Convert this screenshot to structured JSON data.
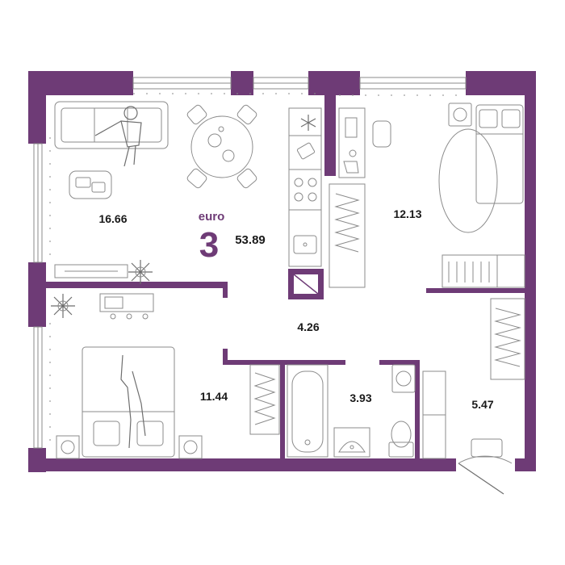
{
  "colors": {
    "wall": "#6e3b76",
    "accent": "#6e3b76",
    "furniture": "#8b8b8b",
    "text": "#1a1a1a"
  },
  "apartment": {
    "type_label": "euro",
    "rooms": "3",
    "total_area": "53.89"
  },
  "rooms": [
    {
      "id": "living-kitchen",
      "area": "16.66"
    },
    {
      "id": "bedroom-right",
      "area": "12.13"
    },
    {
      "id": "hallway",
      "area": "4.26"
    },
    {
      "id": "bedroom-left",
      "area": "11.44"
    },
    {
      "id": "bathroom",
      "area": "3.93"
    },
    {
      "id": "entry",
      "area": "5.47"
    }
  ],
  "icons": [
    "snowflake-icon",
    "stove-icon",
    "sink-icon",
    "sofa-icon",
    "bed-icon",
    "plant-icon",
    "toilet-icon",
    "bathtub-icon",
    "washing-machine-icon",
    "radiator-icon",
    "table-icon",
    "person-icon"
  ]
}
